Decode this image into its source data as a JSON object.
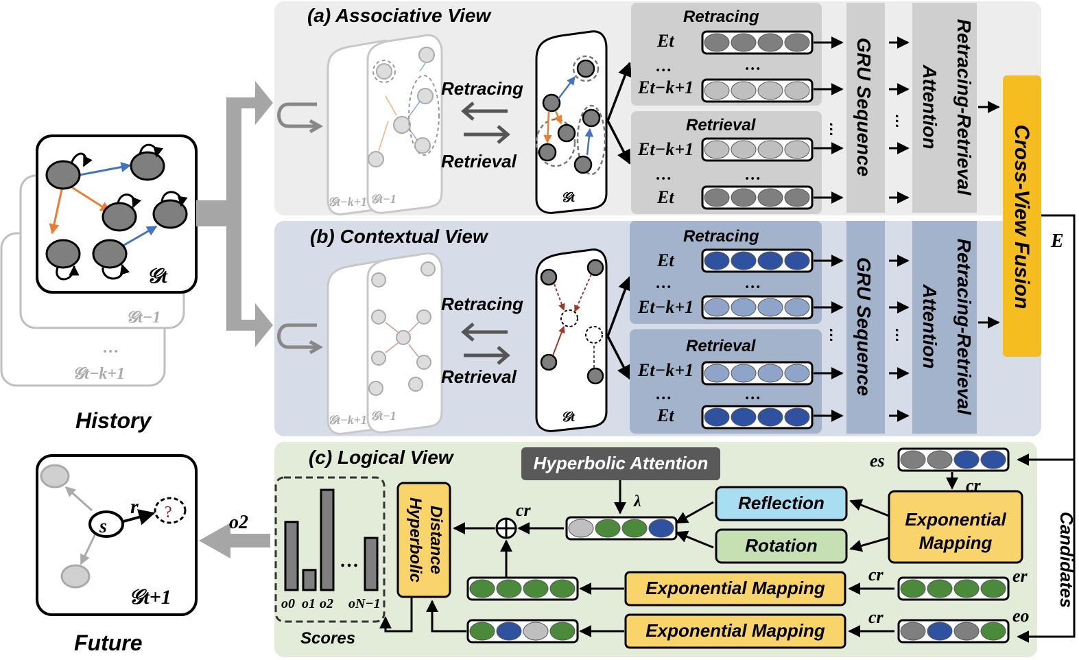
{
  "panels": {
    "associative_title": "(a) Associative View",
    "contextual_title": "(b) Contextual View",
    "logical_title": "(c) Logical View"
  },
  "history": {
    "label": "History",
    "graph_t": "𝒢t",
    "graph_t_minus_1": "𝒢t−1",
    "ellipsis": "…",
    "graph_t_minus_k1": "𝒢t−k+1"
  },
  "future": {
    "label": "Future",
    "graph": "𝒢t+1",
    "subject": "s",
    "relation": "r",
    "query": "?",
    "output": "o2"
  },
  "views": {
    "retracing": "Retracing",
    "retrieval": "Retrieval",
    "small_graph_1": "𝒢t−k+1",
    "small_graph_2": "𝒢t−1",
    "small_graph_t": "𝒢t"
  },
  "sequence_labels": {
    "e_t": "Et",
    "e_tk1": "Et−k+1",
    "dots": "…"
  },
  "modules": {
    "gru": "GRU Sequence",
    "attention_line1": "Retracing-Retrieval",
    "attention_line2": "Attention",
    "fusion": "Cross-View Fusion",
    "fusion_output": "E",
    "candidates": "Candidates"
  },
  "logical": {
    "hyperbolic_attention": "Hyperbolic Attention",
    "lambda": "λ",
    "reflection": "Reflection",
    "rotation": "Rotation",
    "exp_mapping_line1": "Exponential",
    "exp_mapping_line2": "Mapping",
    "exp_mapping_full": "Exponential Mapping",
    "hyperbolic_distance_line1": "Hyperbolic",
    "hyperbolic_distance_line2": "Distance",
    "scores": "Scores",
    "c_r": "cr",
    "e_s": "es",
    "e_r": "er",
    "e_o": "eo",
    "score_labels": [
      "o0",
      "o1",
      "o2",
      "…",
      "oN−1"
    ]
  },
  "colors": {
    "assoc_bg": "#ededed",
    "context_bg": "#d6dde8",
    "logical_bg": "#e2ecd8",
    "node_dark": "#7f7f7f",
    "node_mid": "#a6a6a6",
    "node_light": "#bfbfbf",
    "node_blue": "#2f52a0",
    "node_lightblue": "#8ea5c9",
    "node_green": "#4b8a3a",
    "fusion": "#f5bd1f",
    "exp_mapping": "#f8d46a",
    "reflection": "#a9def2",
    "rotation": "#c6e0b4",
    "hyperbolic_attention": "#595959",
    "edge_blue": "#4472c4",
    "edge_orange": "#ed7d31",
    "edge_red": "#a93226"
  },
  "chart_data": {
    "type": "bar",
    "categories": [
      "o0",
      "o1",
      "o2",
      "…",
      "oN−1"
    ],
    "values": [
      0.68,
      0.2,
      1.0,
      null,
      0.52
    ],
    "title": "",
    "xlabel": "Scores",
    "ylabel": ""
  }
}
